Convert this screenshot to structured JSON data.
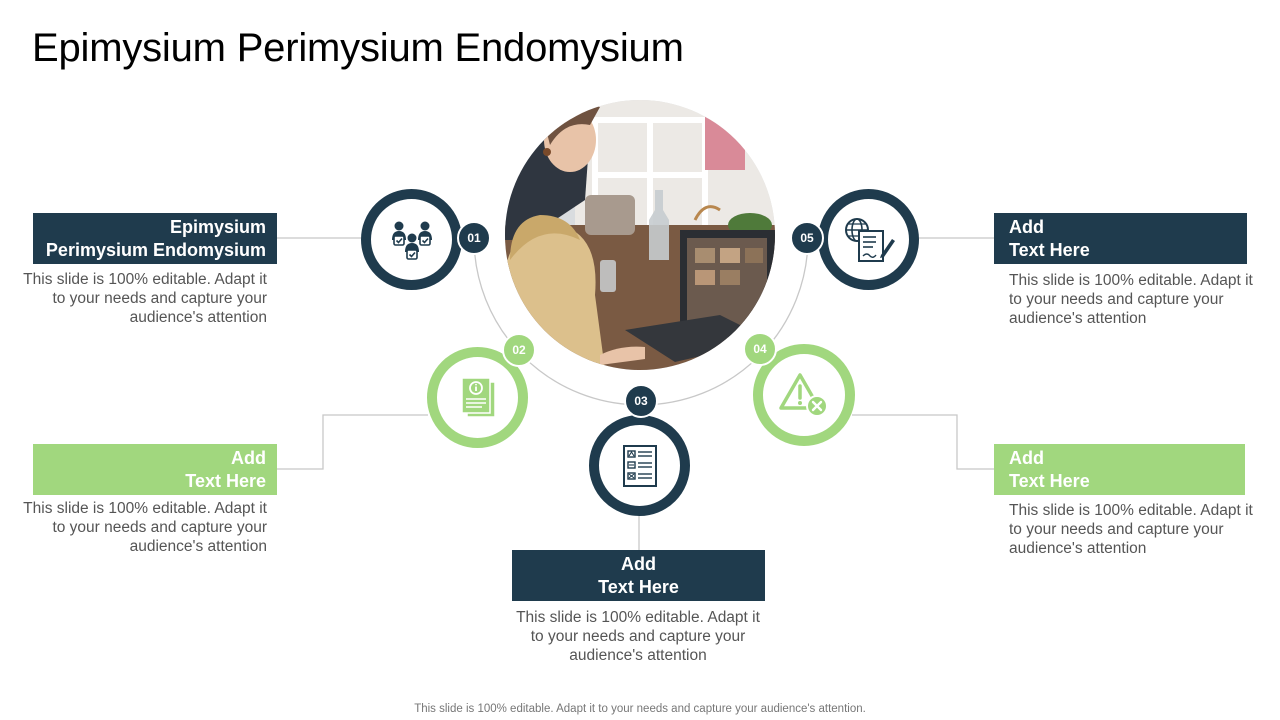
{
  "title": "Epimysium Perimysium Endomysium",
  "footer": "This slide is 100% editable. Adapt it to your needs and capture your audience's attention.",
  "colors": {
    "dark": "#1f3b4d",
    "green": "#a1d77e",
    "line": "#c8c8c8"
  },
  "photo": {
    "icon": "photo-two-women-laptop"
  },
  "items": [
    {
      "number": "01",
      "label_line1": "Epimysium",
      "label_line2": "Perimysium Endomysium",
      "description": "This slide is 100% editable. Adapt it to your needs and capture your audience's attention",
      "icon": "team-approval-icon",
      "style": "dark"
    },
    {
      "number": "02",
      "label_line1": "Add",
      "label_line2": "Text Here",
      "description": "This slide is 100% editable. Adapt it to your needs and capture your audience's attention",
      "icon": "info-documents-icon",
      "style": "green"
    },
    {
      "number": "03",
      "label_line1": "Add",
      "label_line2": "Text Here",
      "description": "This slide is 100% editable. Adapt it to your needs and capture your audience's attention",
      "icon": "checklist-clipboard-icon",
      "style": "dark"
    },
    {
      "number": "04",
      "label_line1": "Add",
      "label_line2": "Text Here",
      "description": "This slide is 100% editable. Adapt it to your needs and capture your audience's attention",
      "icon": "warning-error-icon",
      "style": "green"
    },
    {
      "number": "05",
      "label_line1": "Add",
      "label_line2": "Text Here",
      "description": "This slide is 100% editable. Adapt it to your needs and capture your audience's attention",
      "icon": "global-document-signing-icon",
      "style": "dark"
    }
  ]
}
